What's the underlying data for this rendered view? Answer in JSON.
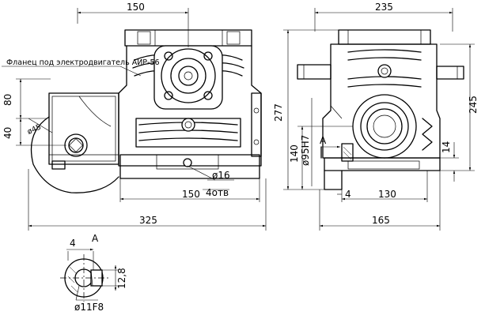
{
  "labels": {
    "flange_note": "Фланец под электродвигатель АИР-56",
    "dim_150_top": "150",
    "dim_80": "80",
    "dim_40": "40",
    "dim_phi": "ø45",
    "dim_phi16": "ø16",
    "dim_holes": "4отв",
    "dim_150_bottom": "150",
    "dim_325": "325",
    "dim_235": "235",
    "dim_277": "277",
    "dim_140": "140",
    "dim_95h7": "ø95H7",
    "dim_a_side": "A",
    "dim_245": "245",
    "dim_14_side": "14",
    "dim_4_side": "4",
    "dim_130": "130",
    "dim_165": "165",
    "sec_4": "4",
    "sec_a": "A",
    "sec_12_8": "12,8",
    "sec_phi11": "ø11F8"
  }
}
